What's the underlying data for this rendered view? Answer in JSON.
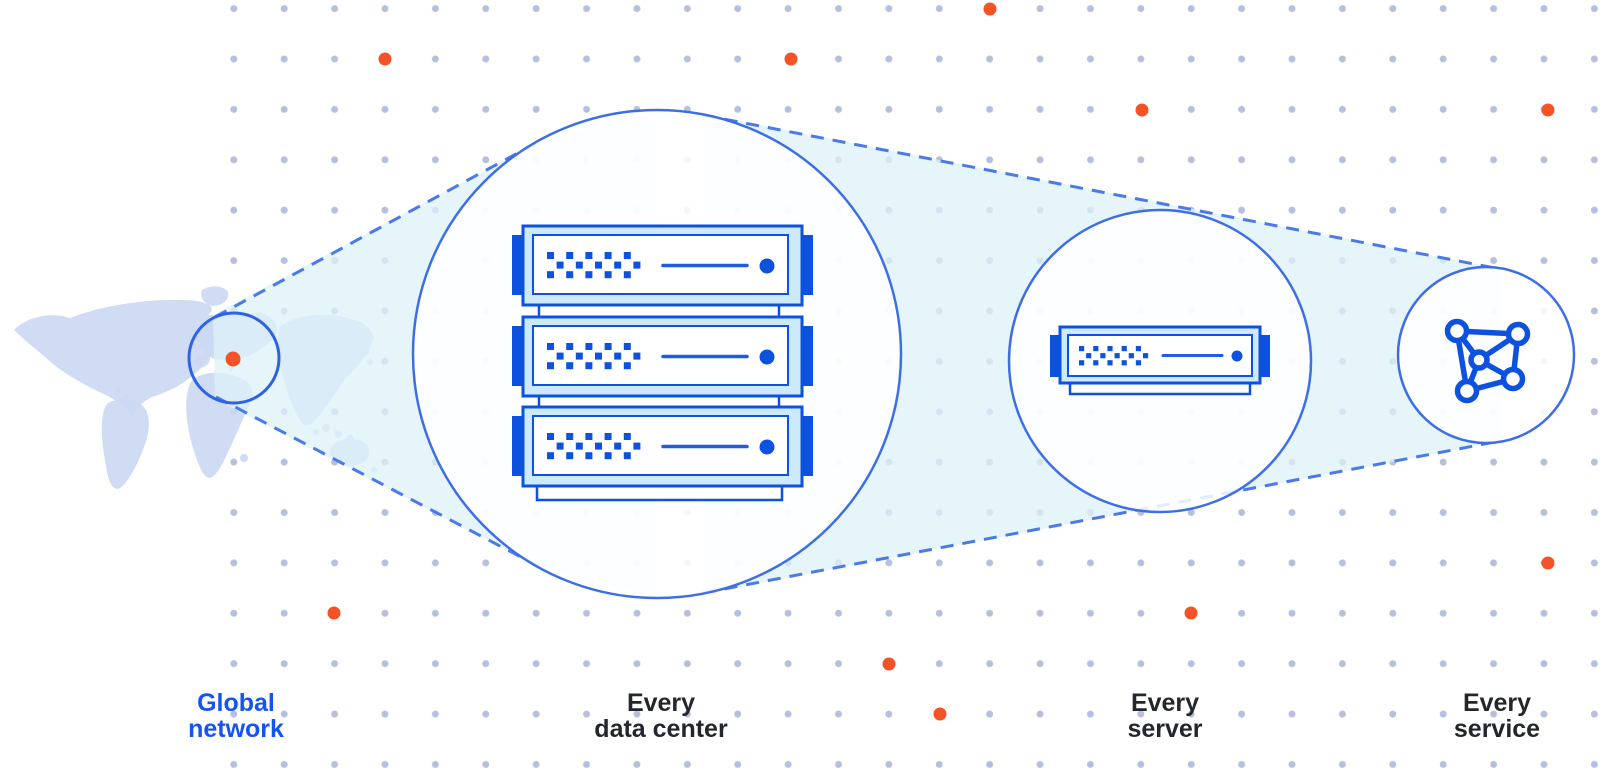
{
  "stages": [
    {
      "name": "global-network",
      "line1": "Global",
      "line2": "network",
      "icon": "world-map-highlight-circle"
    },
    {
      "name": "every-data-center",
      "line1": "Every",
      "line2": "data center",
      "icon": "server-rack-icon"
    },
    {
      "name": "every-server",
      "line1": "Every",
      "line2": "server",
      "icon": "server-icon"
    },
    {
      "name": "every-service",
      "line1": "Every",
      "line2": "service",
      "icon": "network-mesh-icon"
    }
  ],
  "colors": {
    "accent_orange": "#F65227",
    "icon_blue": "#0C52DF",
    "server_line_blue": "#1F5BE4",
    "server_frame_fill": "#CDEAFB",
    "circle_stroke_blue": "#3E6EE7",
    "map_circle_stroke": "#2E63E6",
    "dashed_line_blue": "#4C79E8",
    "cone_fill": "#DEF1F8",
    "grid_dot": "#B6C0DD",
    "map_fill": "#CBD8F2",
    "label_dark": "#23272D",
    "label_blue": "#1554F2"
  }
}
